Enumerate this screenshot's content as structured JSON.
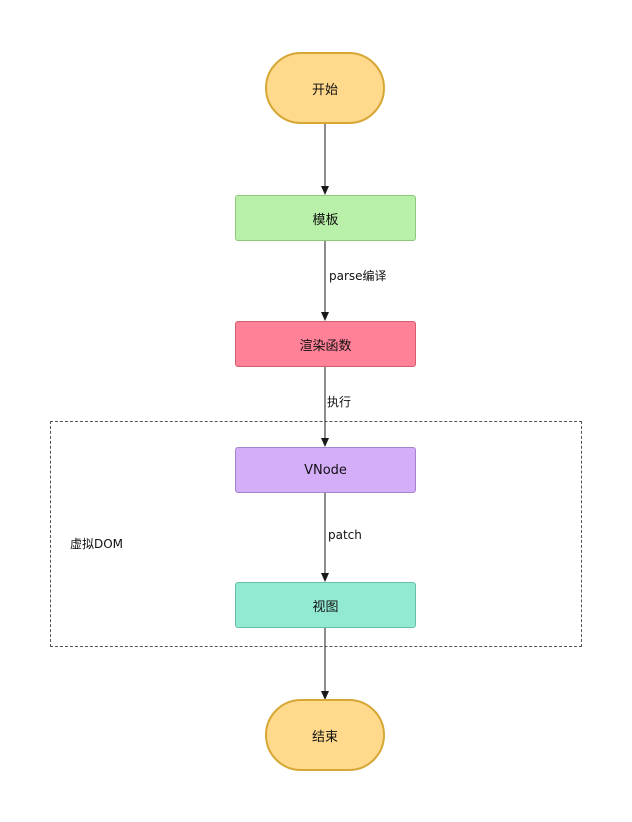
{
  "diagram": {
    "nodes": {
      "start": {
        "label": "开始",
        "fill": "#ffd98c",
        "stroke": "#d6a735"
      },
      "template": {
        "label": "模板",
        "fill": "#b9f0a9",
        "stroke": "#8cc97a"
      },
      "render_fn": {
        "label": "渲染函数",
        "fill": "#ff8197",
        "stroke": "#d45d72"
      },
      "vnode": {
        "label": "VNode",
        "fill": "#d5aefa",
        "stroke": "#a684cc"
      },
      "view": {
        "label": "视图",
        "fill": "#93ead3",
        "stroke": "#67bfa8"
      },
      "end": {
        "label": "结束",
        "fill": "#ffd98c",
        "stroke": "#d6a735"
      }
    },
    "edges": {
      "template_to_render": {
        "label": "parse编译"
      },
      "render_to_vnode": {
        "label": "执行"
      },
      "vnode_to_view": {
        "label": "patch"
      }
    },
    "group": {
      "label": "虚拟DOM"
    },
    "edge_color": "#1a1a1a"
  }
}
